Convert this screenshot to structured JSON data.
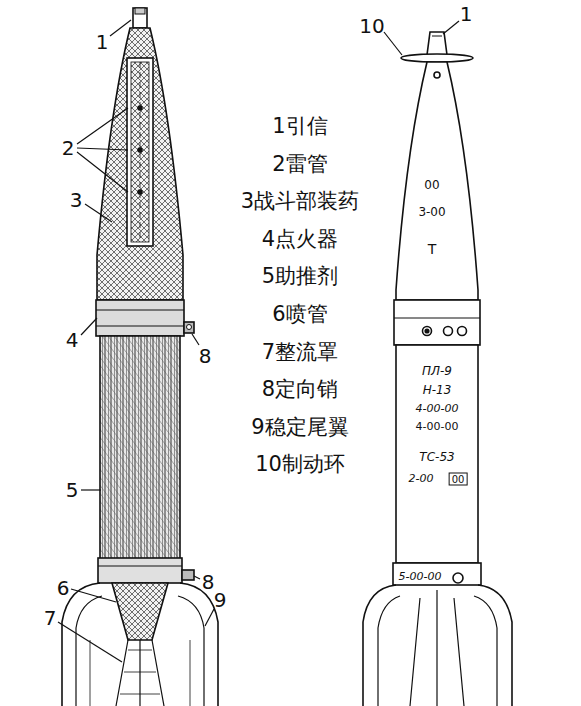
{
  "diagram": {
    "labels": [
      "1",
      "10",
      "1",
      "2",
      "3",
      "4",
      "8",
      "5",
      "8",
      "6",
      "9",
      "7",
      "1引信",
      "2雷管",
      "3战斗部装药",
      "4点火器",
      "5助推剂",
      "6喷管",
      "7整流罩",
      "8定向销",
      "9稳定尾翼",
      "10制动环",
      "00",
      "3-00",
      "T",
      "ПЛ-9",
      "Н-13",
      "4-00-00",
      "4-00-00",
      "ТС-53",
      "2-00",
      "00",
      "5-00-00"
    ]
  }
}
